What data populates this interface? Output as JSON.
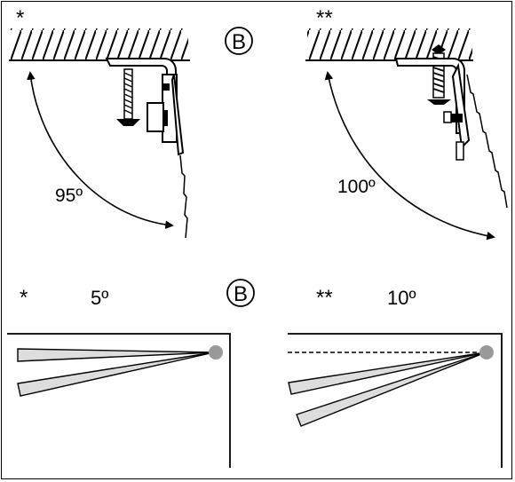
{
  "top": {
    "left_marker": "*",
    "right_marker": "**",
    "left_angle": "95º",
    "right_angle": "100º",
    "badge": "B"
  },
  "bottom": {
    "left_marker": "*",
    "right_marker": "**",
    "left_angle": "5º",
    "right_angle": "10º",
    "badge": "B"
  },
  "colors": {
    "line": "#000000",
    "fan_fill": "#dddddd",
    "pivot": "#999999"
  }
}
